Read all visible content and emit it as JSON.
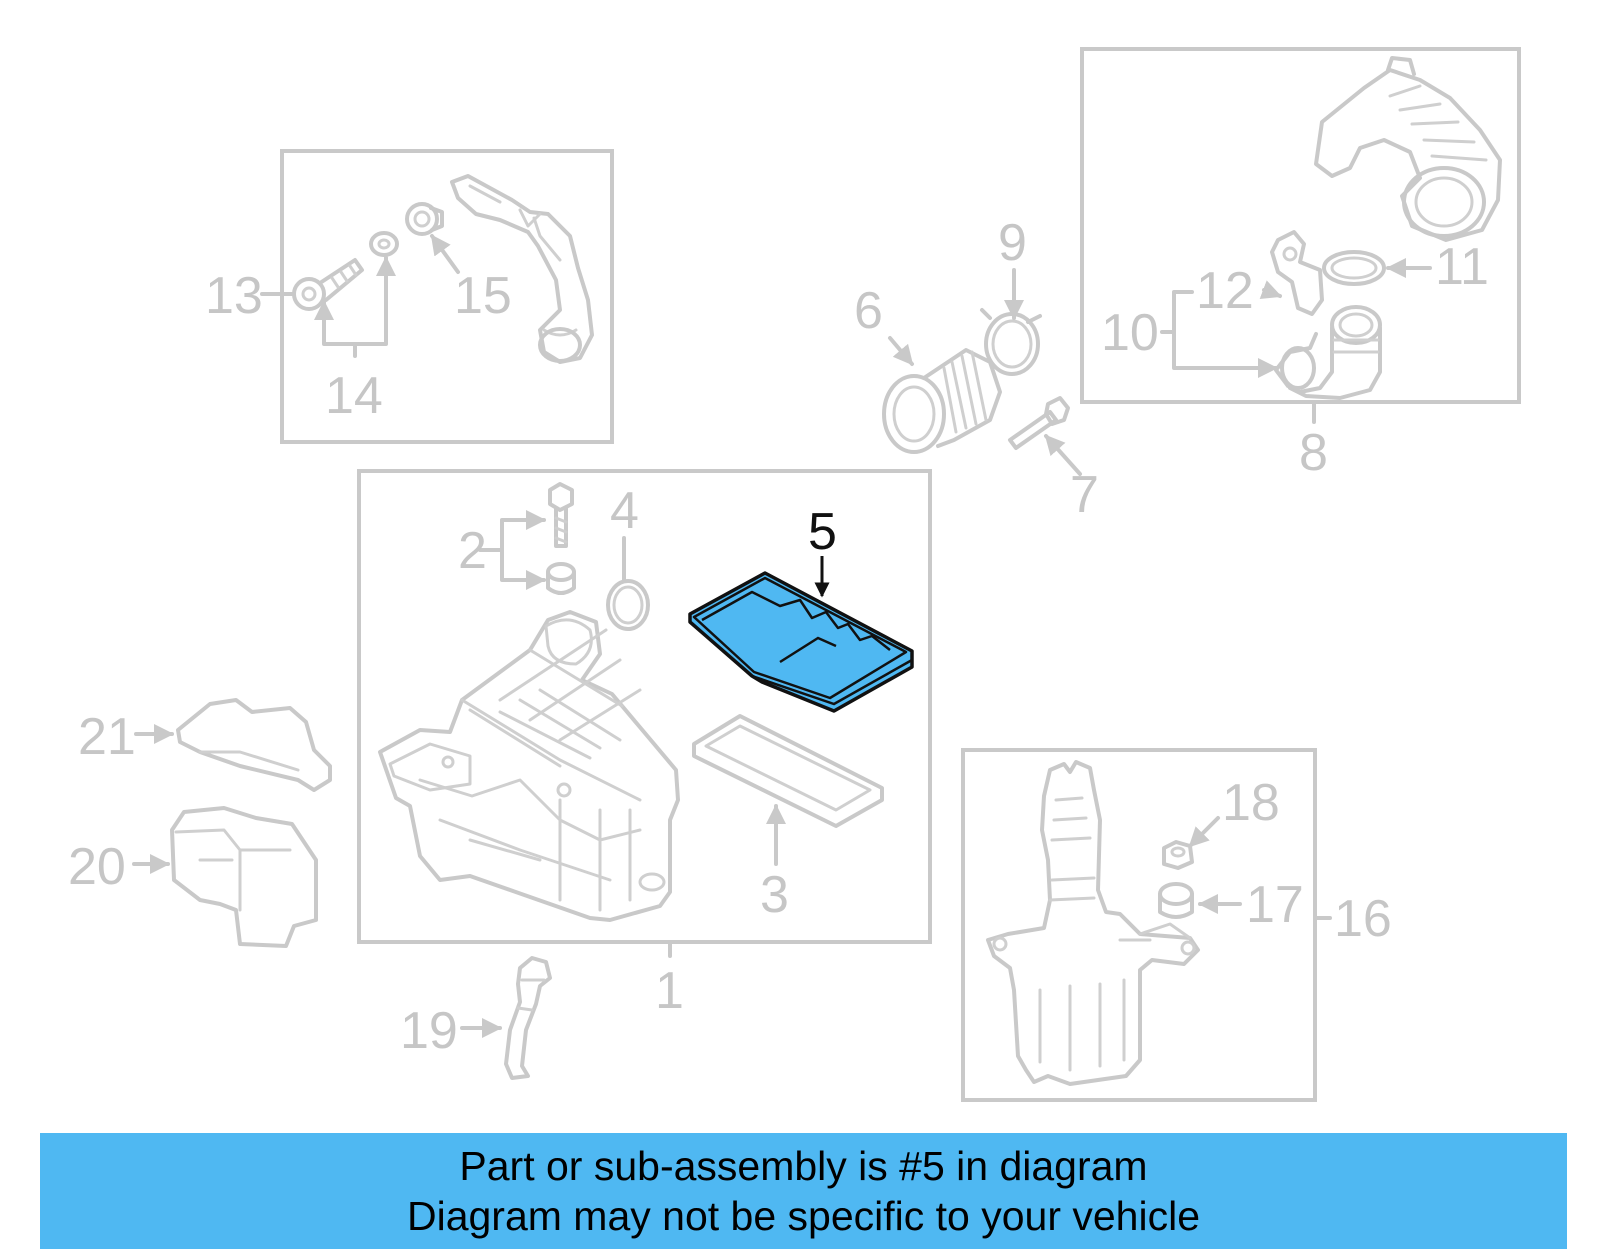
{
  "colors": {
    "highlight": "#4fb8f2",
    "banner": "#4fb8f2",
    "muted": "#c9c9c9",
    "text": "#000000"
  },
  "diagram": {
    "highlighted_part": "5",
    "callouts": [
      "1",
      "2",
      "3",
      "4",
      "5",
      "6",
      "7",
      "8",
      "9",
      "10",
      "11",
      "12",
      "13",
      "14",
      "15",
      "16",
      "17",
      "18",
      "19",
      "20",
      "21"
    ]
  },
  "banner": {
    "line1": "Part or sub-assembly is #5 in diagram",
    "line2": "Diagram may not be specific to your vehicle"
  }
}
